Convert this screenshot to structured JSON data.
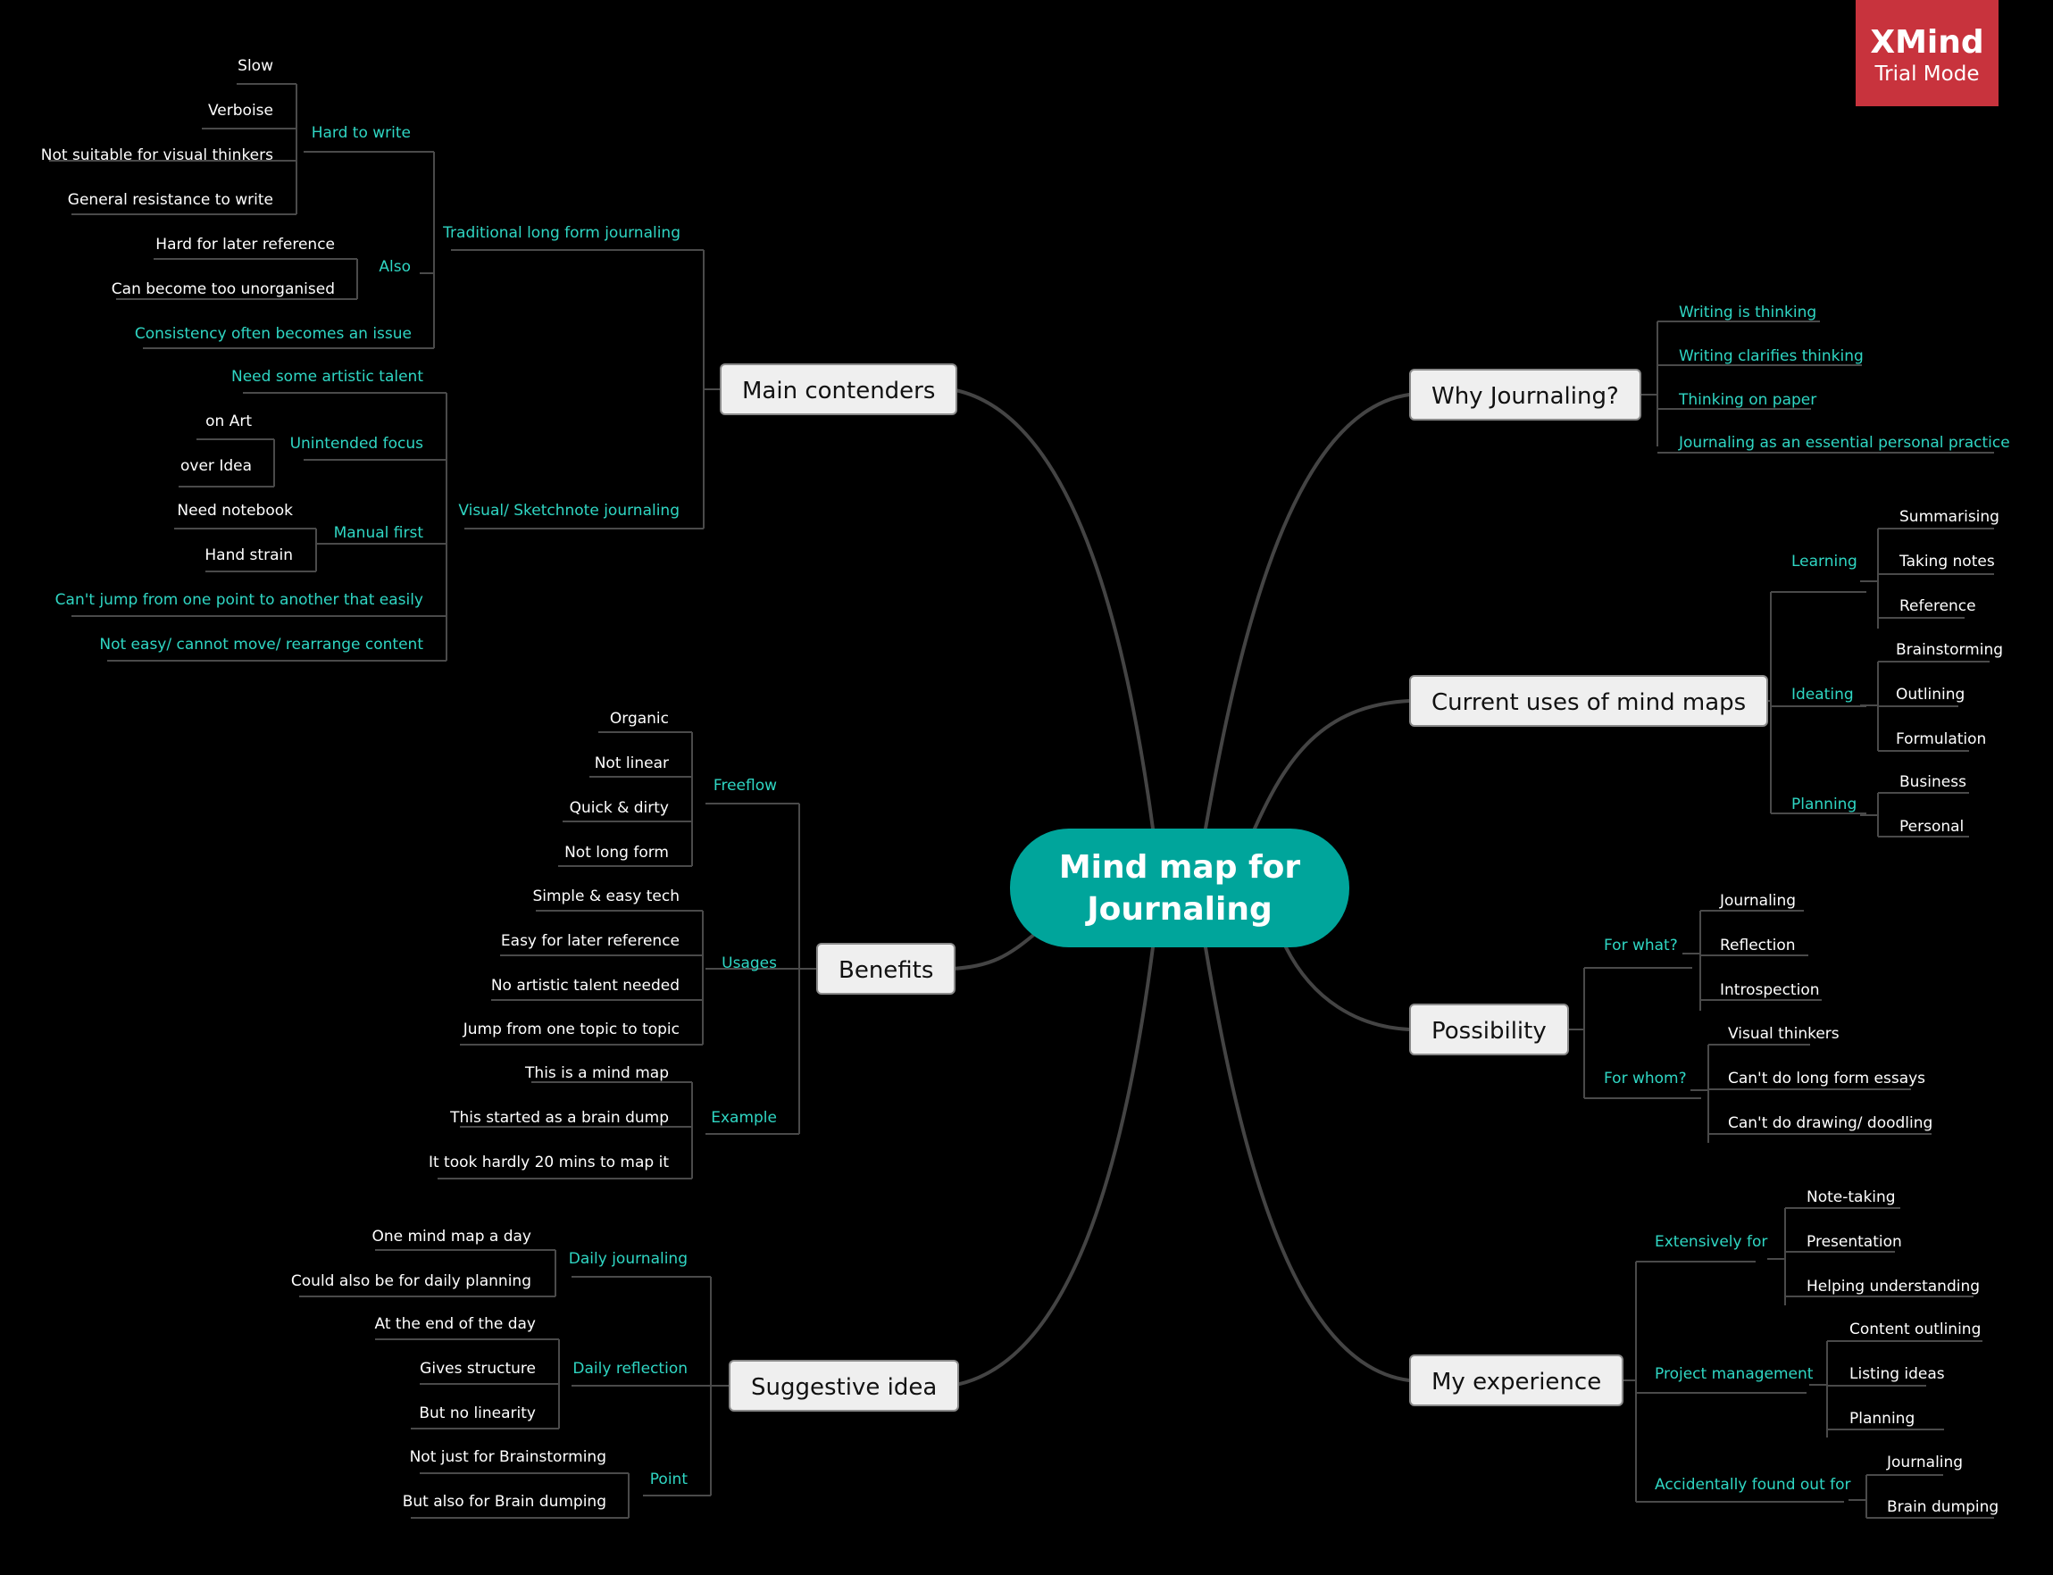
{
  "badge": {
    "title": "XMind",
    "subtitle": "Trial Mode"
  },
  "central": {
    "line1": "Mind map for",
    "line2": "Journaling"
  },
  "topics": {
    "why": "Why Journaling?",
    "uses": "Current uses of mind maps",
    "possibility": "Possibility",
    "experience": "My experience",
    "contenders": "Main contenders",
    "benefits": "Benefits",
    "suggestive": "Suggestive idea"
  },
  "why": [
    "Writing is thinking",
    "Writing clarifies thinking",
    "Thinking on paper",
    "Journaling as an essential personal practice"
  ],
  "uses": {
    "learning": {
      "label": "Learning",
      "items": [
        "Summarising",
        "Taking notes",
        "Reference"
      ]
    },
    "ideating": {
      "label": "Ideating",
      "items": [
        "Brainstorming",
        "Outlining",
        "Formulation"
      ]
    },
    "planning": {
      "label": "Planning",
      "items": [
        "Business",
        "Personal"
      ]
    }
  },
  "possibility": {
    "forwhat": {
      "label": "For what?",
      "items": [
        "Journaling",
        "Reflection",
        "Introspection"
      ]
    },
    "forwhom": {
      "label": "For whom?",
      "items": [
        "Visual thinkers",
        "Can't do long form essays",
        "Can't do drawing/ doodling"
      ]
    }
  },
  "experience": {
    "extensively": {
      "label": "Extensively for",
      "items": [
        "Note-taking",
        "Presentation",
        "Helping understanding"
      ]
    },
    "project": {
      "label": "Project management",
      "items": [
        "Content outlining",
        "Listing ideas",
        "Planning"
      ]
    },
    "accidental": {
      "label": "Accidentally found out for",
      "items": [
        "Journaling",
        "Brain dumping"
      ]
    }
  },
  "contenders": {
    "traditional": {
      "label": "Traditional long form journaling",
      "hard": {
        "label": "Hard to write",
        "items": [
          "Slow",
          "Verboise",
          "Not suitable for visual thinkers",
          "General resistance to write"
        ]
      },
      "also": {
        "label": "Also",
        "items": [
          "Hard for later reference",
          "Can become too unorganised"
        ]
      },
      "consistency": "Consistency often becomes an issue"
    },
    "visual": {
      "label": "Visual/ Sketchnote journaling",
      "talent": "Need some artistic talent",
      "focus": {
        "label": "Unintended focus",
        "items": [
          "on Art",
          "over Idea"
        ]
      },
      "manual": {
        "label": "Manual first",
        "items": [
          "Need notebook",
          "Hand strain"
        ]
      },
      "jump": "Can't jump from one point to another that easily",
      "move": "Not easy/ cannot move/ rearrange content"
    }
  },
  "benefits": {
    "freeflow": {
      "label": "Freeflow",
      "items": [
        "Organic",
        "Not linear",
        "Quick & dirty",
        "Not long form"
      ]
    },
    "usages": {
      "label": "Usages",
      "items": [
        "Simple & easy tech",
        "Easy for later reference",
        "No artistic talent needed",
        "Jump from one topic to topic"
      ]
    },
    "example": {
      "label": "Example",
      "items": [
        "This is a mind map",
        "This started as a brain dump",
        "It took hardly 20 mins to map it"
      ]
    }
  },
  "suggestive": {
    "daily": {
      "label": "Daily journaling",
      "items": [
        "One mind map a day",
        "Could also be for daily planning"
      ]
    },
    "reflection": {
      "label": "Daily reflection",
      "items": [
        "At the end of the day",
        "Gives structure",
        "But no linearity"
      ]
    },
    "point": {
      "label": "Point",
      "items": [
        "Not just for Brainstorming",
        "But also for Brain dumping"
      ]
    }
  }
}
